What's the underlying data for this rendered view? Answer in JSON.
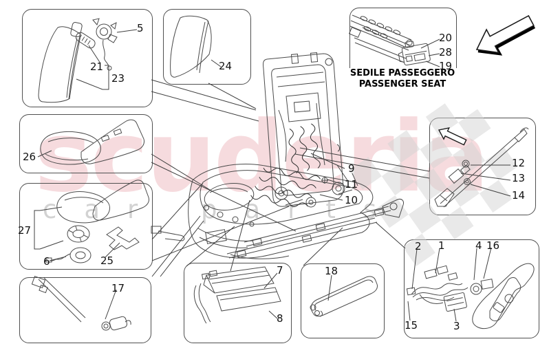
{
  "watermark": {
    "brand": "scuderia",
    "tagline": "car parts",
    "brand_color": "#c72030",
    "checker_color": "#d4d4d4"
  },
  "caption": {
    "line1": "SEDILE PASSEGGERO",
    "line2": "PASSENGER SEAT"
  },
  "callouts": {
    "n1": "1",
    "n2": "2",
    "n3": "3",
    "n4": "4",
    "n5": "5",
    "n6": "6",
    "n7": "7",
    "n8": "8",
    "n9": "9",
    "n10": "10",
    "n11": "11",
    "n12": "12",
    "n13": "13",
    "n14": "14",
    "n15": "15",
    "n16": "16",
    "n17": "17",
    "n18": "18",
    "n19": "19",
    "n20": "20",
    "n21": "21",
    "n23": "23",
    "n24": "24",
    "n25": "25",
    "n26": "26",
    "n27": "27",
    "n28": "28"
  }
}
